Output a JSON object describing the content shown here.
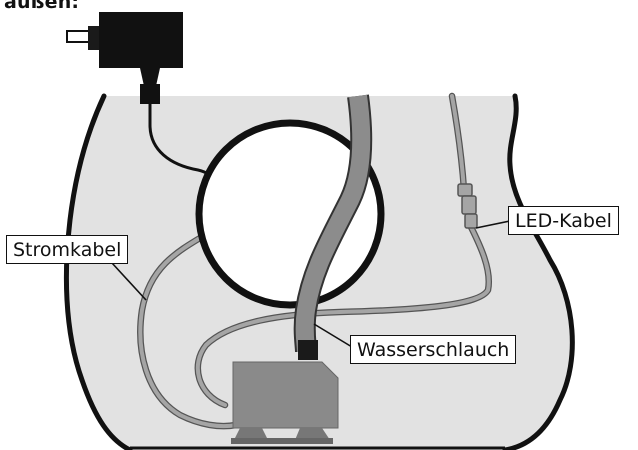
{
  "header": {
    "cut_text": "außen:"
  },
  "labels": {
    "power_cable": "Stromkabel",
    "led_cable": "LED-Kabel",
    "water_hose": "Wasserschlauch"
  },
  "colors": {
    "vessel_fill": "#e2e2e2",
    "outline": "#111111",
    "hose": "#8c8c8c",
    "cable_grey": "#a5a5a5",
    "pump": "#8a8a8a"
  },
  "icons": [
    "power-plug-icon",
    "pump-icon",
    "led-connector-icon"
  ]
}
